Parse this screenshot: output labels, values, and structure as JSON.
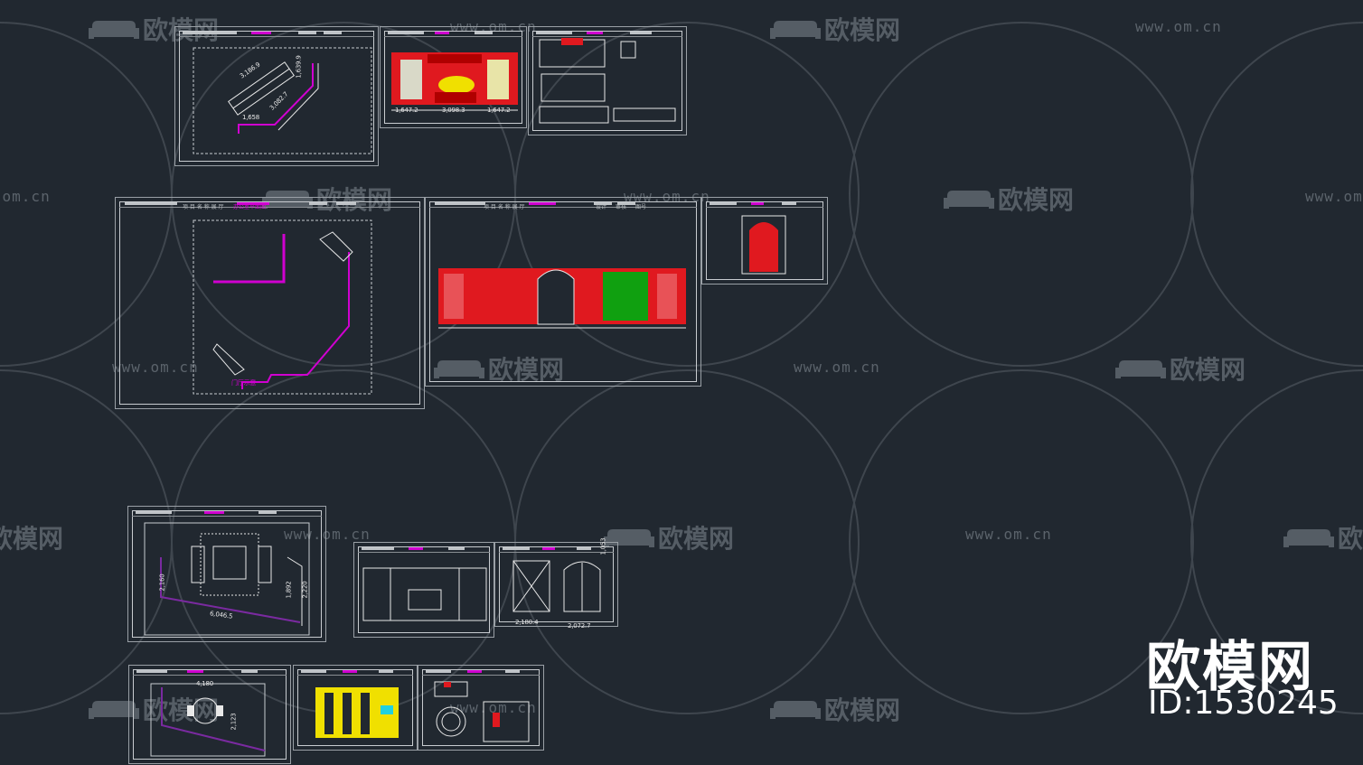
{
  "watermark": {
    "logo_text": "欧模网",
    "url": "www.om.cn"
  },
  "brand": {
    "title": "欧模网",
    "id_label": "ID:1530245"
  },
  "sheets": {
    "a_dims": [
      "3,186.9",
      "1,639.9",
      "3,082.7",
      "1,658"
    ],
    "b_dims": [
      "1,647.2",
      "3,098.3",
      "1,647.2"
    ],
    "plan2_label": "门厅示意",
    "titleblock_texts": [
      "项 目 名 称 展 厅",
      "办公室平面图",
      "设计",
      "审核",
      "图号"
    ],
    "sofa_dims": [
      "2,160",
      "6,046.5",
      "1,892",
      "2,220"
    ],
    "doors_dims": [
      "2,180.4",
      "2,072.7",
      "1,053"
    ],
    "round_dims": [
      "4,180",
      "2,123"
    ]
  },
  "colors": {
    "background": "#212830",
    "magenta": "#d000d0",
    "red": "#e0191f",
    "green": "#10a010",
    "yellow": "#f0e000",
    "cyan": "#20d0e0"
  }
}
